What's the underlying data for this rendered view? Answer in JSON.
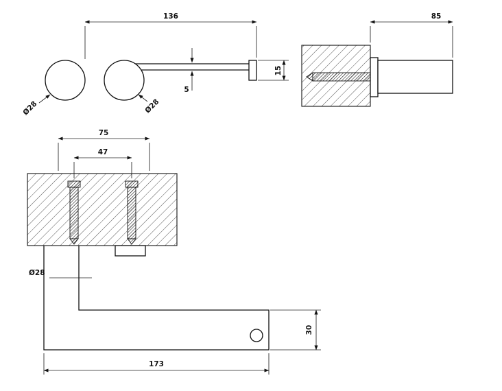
{
  "colors": {
    "background": "#ffffff",
    "line": "#111111"
  },
  "views": {
    "plan": {
      "dim_length": "136",
      "dim_bar_thickness": "5",
      "dim_end_height": "15",
      "dim_left_post_diameter": "Ø28",
      "dim_right_post_diameter": "Ø28"
    },
    "side": {
      "dim_projection": "85"
    },
    "front": {
      "dim_plate_width": "75",
      "dim_screw_spacing": "47",
      "dim_post_diameter": "Ø28",
      "dim_bar_height": "30",
      "dim_overall_length": "173"
    }
  }
}
